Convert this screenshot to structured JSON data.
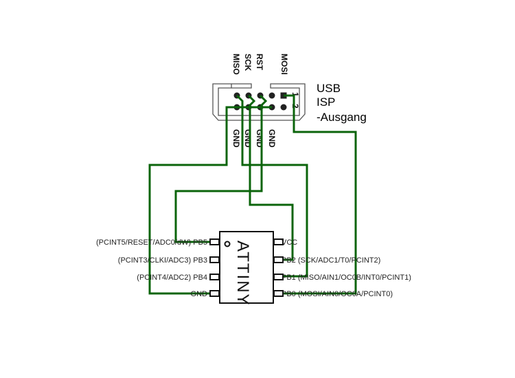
{
  "connector": {
    "title_lines": [
      "USB",
      "ISP",
      "-Ausgang"
    ],
    "top_labels": [
      "MISO",
      "SCK",
      "RST",
      "MOSI"
    ],
    "bottom_labels": [
      "GND",
      "GND",
      "GND",
      "GND"
    ],
    "pin_numbers": [
      "1",
      "2"
    ]
  },
  "chip": {
    "name": "ATTINY",
    "left_pins": [
      "(PCINT5/RESET/ADC0/dW) PB5",
      "(PCINT3/CLKI/ADC3) PB3",
      "(PCINT4/ADC2) PB4",
      "GND"
    ],
    "right_pins": [
      "VCC",
      "PB2 (SCK/ADC1/T0/PCINT2)",
      "PB1 (MISO/AIN1/OC0B/INT0/PCINT1)",
      "PB0 (MOSI/AIN0/OC0A/PCINT0)"
    ]
  },
  "colors": {
    "wire": "#0b640b"
  }
}
